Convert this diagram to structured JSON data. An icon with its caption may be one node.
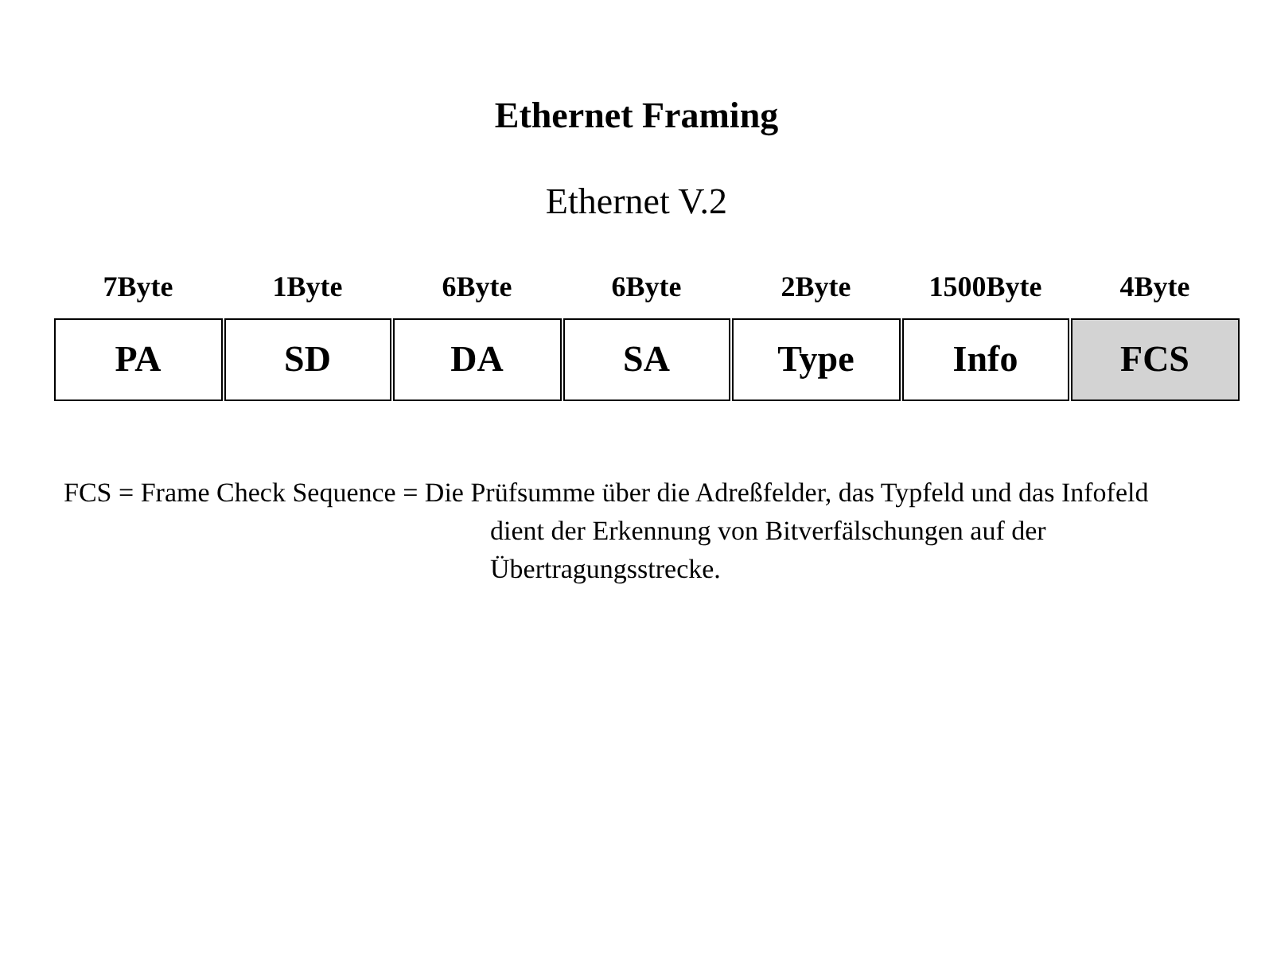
{
  "diagram": {
    "title": "Ethernet Framing",
    "nodes": [
      {
        "text": [
          "PA"
        ],
        "beside": [
          "7Byte"
        ]
      },
      {
        "text": [
          "SD"
        ],
        "beside": [
          "1Byte"
        ]
      },
      {
        "text": [
          "DA"
        ],
        "beside": [
          "6Byte"
        ]
      },
      {
        "text": [
          "SA"
        ],
        "beside": [
          "6Byte"
        ]
      },
      {
        "text": [
          "Type"
        ],
        "beside": [
          "2Byte"
        ]
      },
      {
        "text": [
          "Info"
        ],
        "beside": [
          "1500Byte"
        ]
      },
      {
        "text": [
          "FCS"
        ],
        "beside": [
          "4Byte"
        ]
      }
    ],
    "labels": [
      "Ethernet V.2",
      "FCS = Frame Check Sequence = Die Prüfsumme über die Adreßfelder, das Typfeld und das Infofeld dient der Erkennung von Bitverfälschungen auf der Übertragungsstrecke."
    ]
  }
}
